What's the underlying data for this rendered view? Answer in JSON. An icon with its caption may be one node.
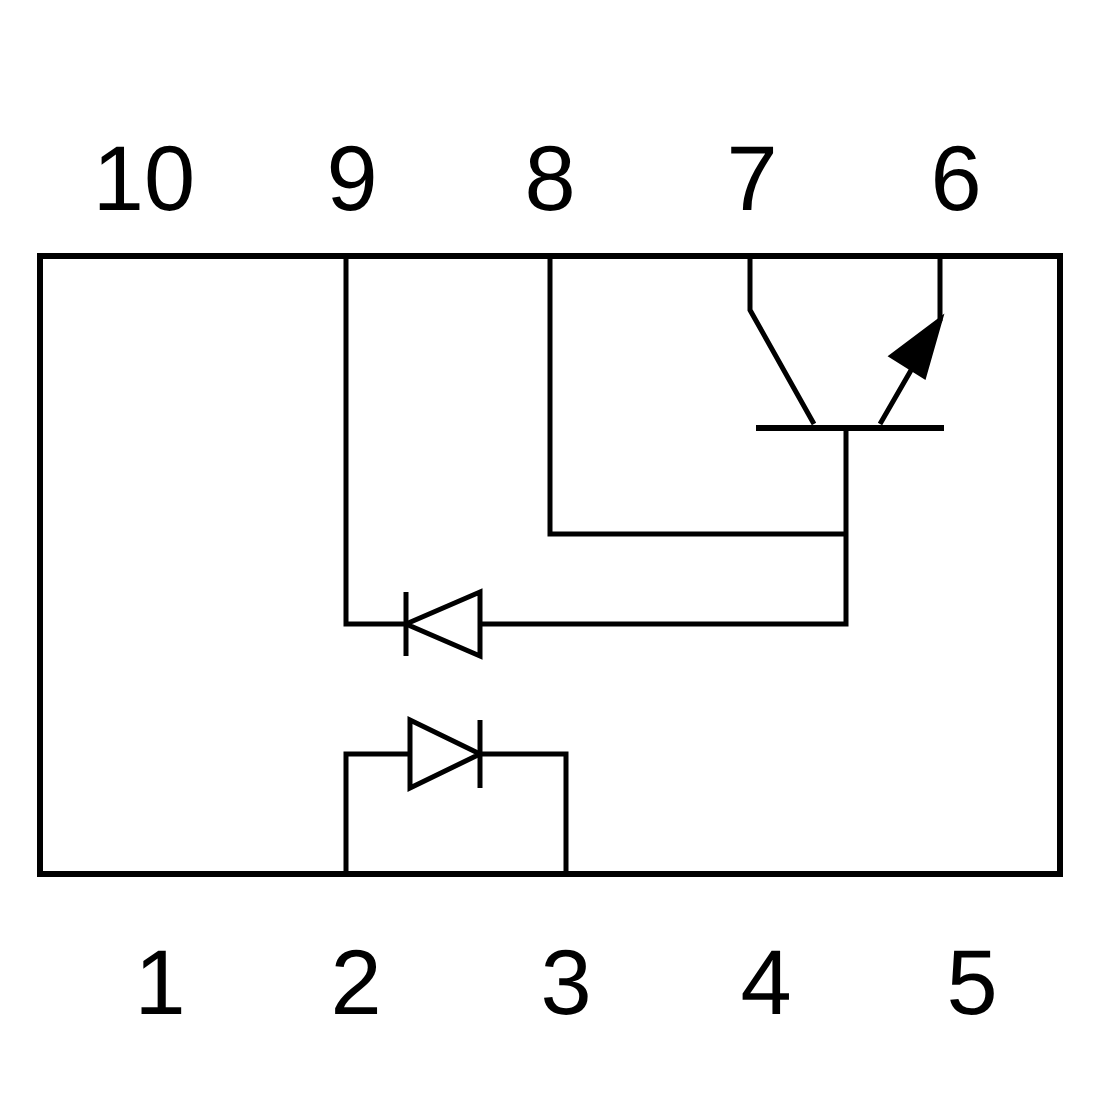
{
  "diagram": {
    "labels": [
      "10",
      "9",
      "8",
      "7",
      "6",
      "1",
      "2",
      "3",
      "4",
      "5"
    ]
  }
}
